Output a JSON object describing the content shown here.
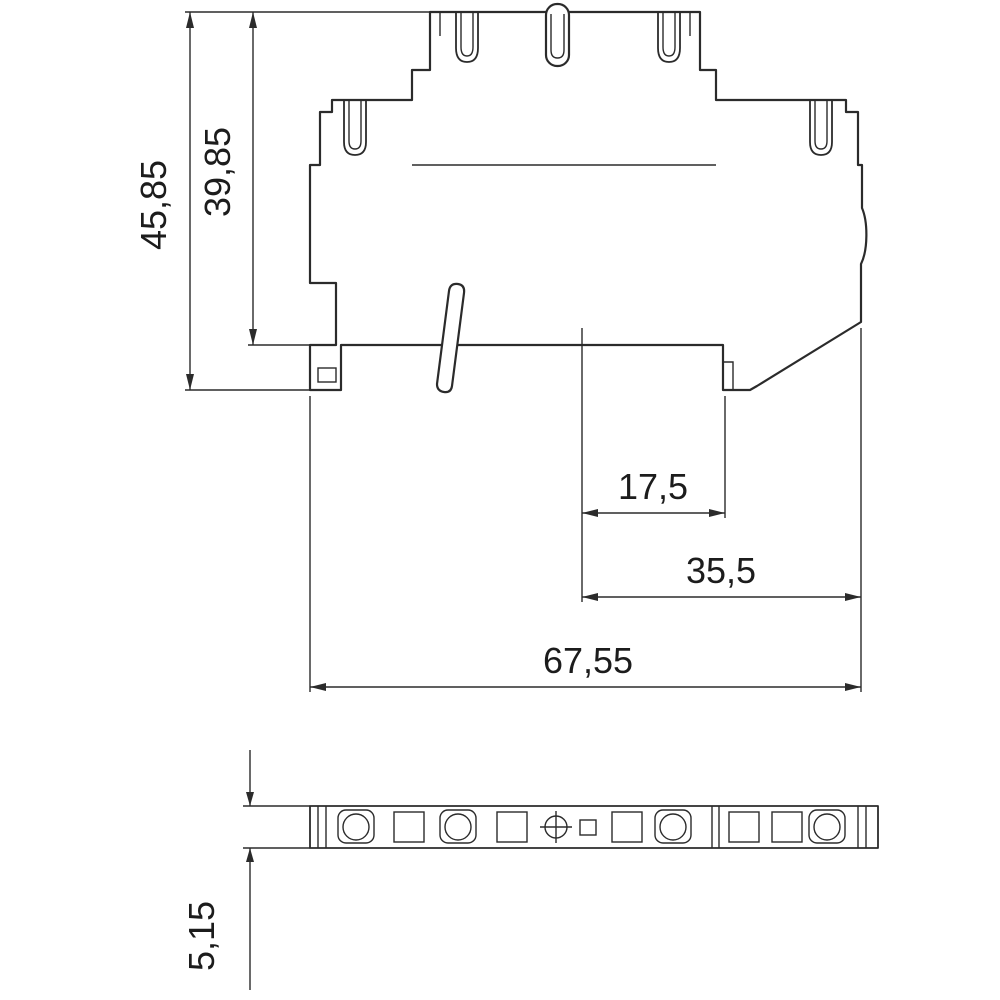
{
  "page": {
    "background": "#ffffff",
    "line_color": "#2b2b2b"
  },
  "dimensions": {
    "overall_height": "45,85",
    "upper_height": "39,85",
    "pitch": "17,5",
    "mid_width": "35,5",
    "overall_width": "67,55",
    "strip_thickness": "5,15"
  }
}
